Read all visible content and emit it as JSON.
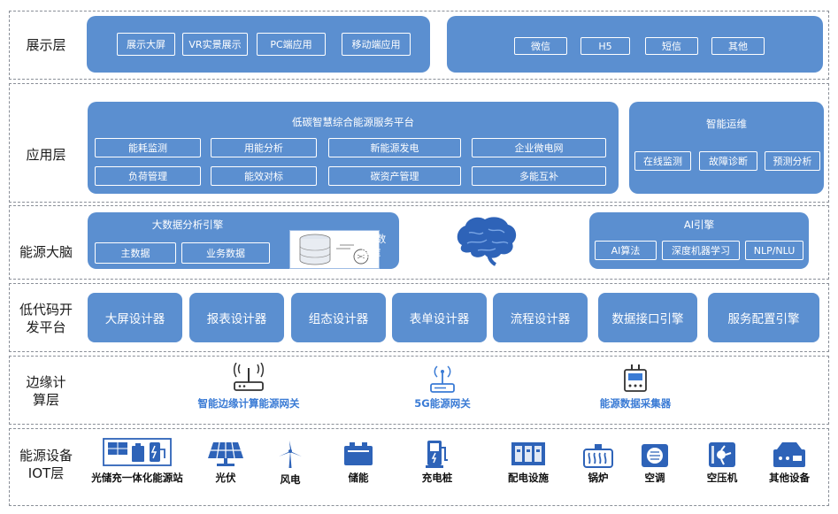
{
  "layers": {
    "display": {
      "label": "展示层",
      "left_items": [
        "展示大屏",
        "VR实景展示",
        "PC端应用",
        "移动端应用"
      ],
      "right_items": [
        "微信",
        "H5",
        "短信",
        "其他"
      ]
    },
    "application": {
      "label": "应用层",
      "main_title": "低碳智慧综合能源服务平台",
      "main_items": [
        "能耗监测",
        "用能分析",
        "新能源发电",
        "企业微电网",
        "负荷管理",
        "能效对标",
        "碳资产管理",
        "多能互补"
      ],
      "ops_title": "智能运维",
      "ops_items": [
        "在线监测",
        "故障诊断",
        "预测分析"
      ]
    },
    "brain": {
      "label": "能源大脑",
      "bigdata_title": "大数据分析引擎",
      "bigdata_items": [
        "主数据",
        "业务数据"
      ],
      "realtime_label": "实时数据库",
      "ai_title": "AI引擎",
      "ai_items": [
        "AI算法",
        "深度机器学习",
        "NLP/NLU"
      ]
    },
    "lowcode": {
      "label": "低代码开发平台",
      "items": [
        "大屏设计器",
        "报表设计器",
        "组态设计器",
        "表单设计器",
        "流程设计器",
        "数据接口引擎",
        "服务配置引擎"
      ]
    },
    "edge": {
      "label": "边缘计算层",
      "items": [
        {
          "icon": "router-icon",
          "label": "智能边缘计算能源网关"
        },
        {
          "icon": "5g-gateway-icon",
          "label": "5G能源网关"
        },
        {
          "icon": "data-collector-icon",
          "label": "能源数据采集器"
        }
      ]
    },
    "devices": {
      "label": "能源设备IOT层",
      "items": [
        {
          "icon": "solar-storage-station-icon",
          "label": "光储充一体化能源站"
        },
        {
          "icon": "solar-panel-icon",
          "label": "光伏"
        },
        {
          "icon": "wind-turbine-icon",
          "label": "风电"
        },
        {
          "icon": "battery-icon",
          "label": "储能"
        },
        {
          "icon": "charging-pile-icon",
          "label": "充电桩"
        },
        {
          "icon": "switchgear-icon",
          "label": "配电设施"
        },
        {
          "icon": "boiler-icon",
          "label": "锅炉"
        },
        {
          "icon": "air-conditioner-icon",
          "label": "空调"
        },
        {
          "icon": "air-compressor-icon",
          "label": "空压机"
        },
        {
          "icon": "other-equipment-icon",
          "label": "其他设备"
        }
      ]
    }
  },
  "colors": {
    "panel": "#5b8fd0",
    "accent": "#3a7bd5",
    "border": "#8a8f98"
  }
}
